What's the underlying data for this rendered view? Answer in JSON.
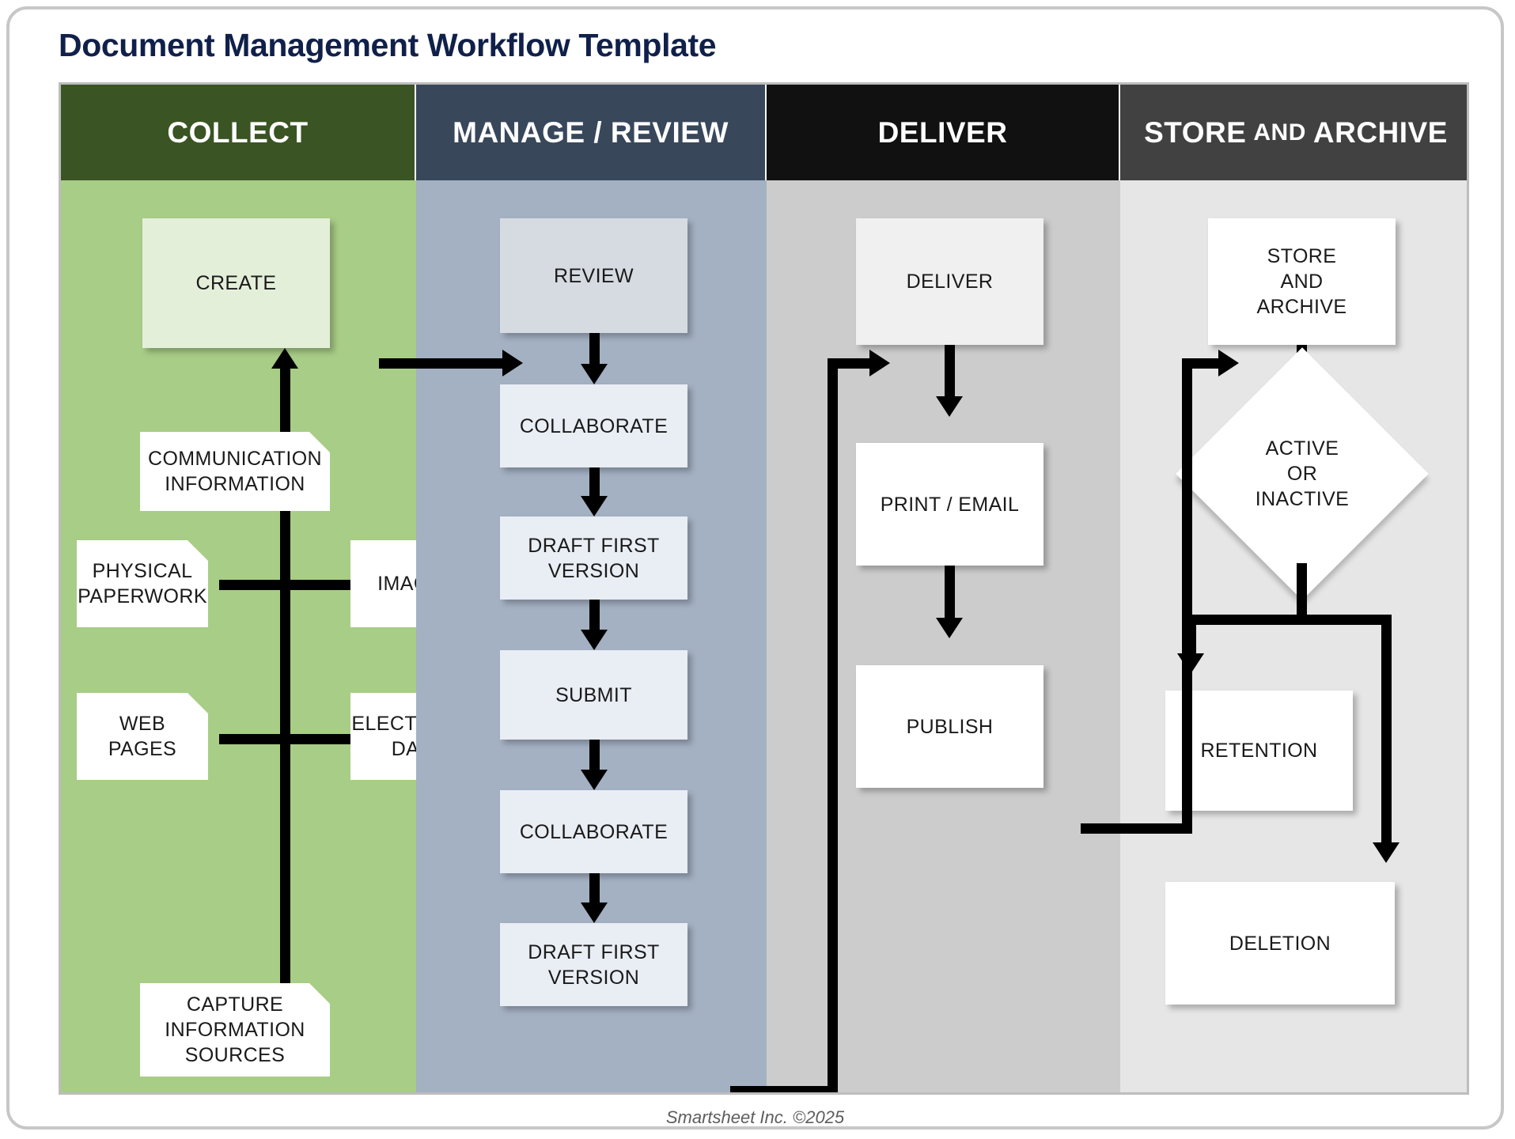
{
  "page": {
    "title": "Document Management Workflow Template",
    "footer": "Smartsheet Inc. ©2025"
  },
  "colors": {
    "collect_header": "#3a5423",
    "manage_header": "#38475a",
    "deliver_header": "#111111",
    "store_header": "#414141",
    "collect_body": "#a8cd86",
    "manage_body": "#a4b1c3",
    "deliver_body": "#cccccc",
    "store_body": "#e6e6e6",
    "title_color": "#10204a",
    "connector": "#000000"
  },
  "columns": [
    {
      "id": "collect",
      "header": "COLLECT",
      "nodes": [
        {
          "id": "create",
          "label": "CREATE",
          "shape": "rect"
        },
        {
          "id": "communication-information",
          "label": "COMMUNICATION\nINFORMATION",
          "shape": "document"
        },
        {
          "id": "physical-paperwork",
          "label": "PHYSICAL\nPAPERWORK",
          "shape": "document"
        },
        {
          "id": "images",
          "label": "IMAGES",
          "shape": "document"
        },
        {
          "id": "web-pages",
          "label": "WEB\nPAGES",
          "shape": "document"
        },
        {
          "id": "electronic-data",
          "label": "ELECTRONIC\nDATA",
          "shape": "document"
        },
        {
          "id": "capture-information-sources",
          "label": "CAPTURE\nINFORMATION\nSOURCES",
          "shape": "document"
        }
      ]
    },
    {
      "id": "manage-review",
      "header": "MANAGE / REVIEW",
      "nodes": [
        {
          "id": "review",
          "label": "REVIEW",
          "shape": "rect"
        },
        {
          "id": "collaborate-1",
          "label": "COLLABORATE",
          "shape": "rect"
        },
        {
          "id": "draft-first-version-1",
          "label": "DRAFT FIRST\nVERSION",
          "shape": "rect"
        },
        {
          "id": "submit",
          "label": "SUBMIT",
          "shape": "rect"
        },
        {
          "id": "collaborate-2",
          "label": "COLLABORATE",
          "shape": "rect"
        },
        {
          "id": "draft-first-version-2",
          "label": "DRAFT FIRST\nVERSION",
          "shape": "rect"
        }
      ]
    },
    {
      "id": "deliver",
      "header": "DELIVER",
      "nodes": [
        {
          "id": "deliver",
          "label": "DELIVER",
          "shape": "rect"
        },
        {
          "id": "print-email",
          "label": "PRINT / EMAIL",
          "shape": "rect"
        },
        {
          "id": "publish",
          "label": "PUBLISH",
          "shape": "rect"
        }
      ]
    },
    {
      "id": "store-and-archive",
      "header_main": "STORE",
      "header_conjunction": "AND",
      "header_tail": "ARCHIVE",
      "nodes": [
        {
          "id": "store-and-archive",
          "label": "STORE\nAND\nARCHIVE",
          "shape": "rect"
        },
        {
          "id": "active-or-inactive",
          "label": "ACTIVE\nOR\nINACTIVE",
          "shape": "diamond"
        },
        {
          "id": "retention",
          "label": "RETENTION",
          "shape": "rect"
        },
        {
          "id": "deletion",
          "label": "DELETION",
          "shape": "rect"
        }
      ]
    }
  ]
}
